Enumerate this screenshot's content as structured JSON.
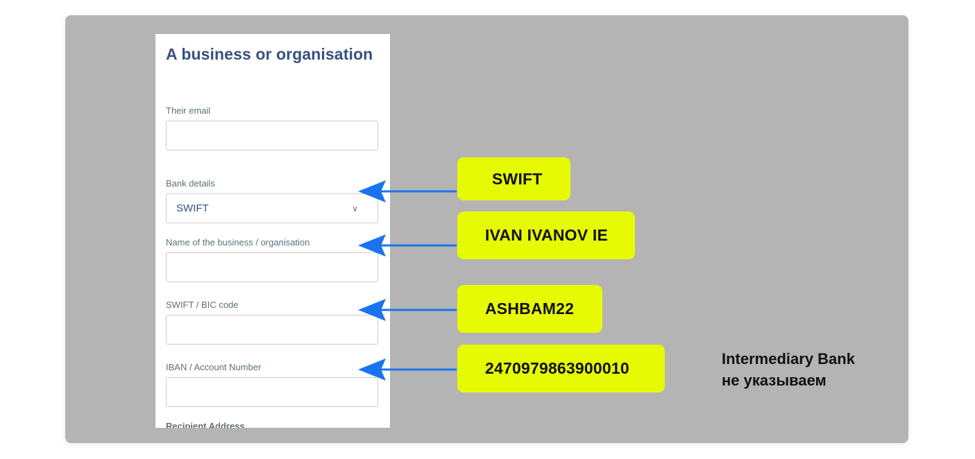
{
  "form": {
    "title": "A business or organisation",
    "email_label": "Their email",
    "email_value": "",
    "bank_details_label": "Bank details",
    "bank_details_value": "SWIFT",
    "business_name_label": "Name of the business / organisation",
    "business_name_value": "",
    "swift_label": "SWIFT / BIC code",
    "swift_value": "",
    "iban_label": "IBAN / Account Number",
    "iban_value": "",
    "address_section_label": "Recipient Address"
  },
  "callouts": {
    "bank_details": "SWIFT",
    "business_name": "IVAN IVANOV IE",
    "swift_code": "ASHBAM22",
    "iban": "2470979863900010"
  },
  "note": {
    "line1": "Intermediary Bank",
    "line2": "не указываем"
  },
  "icons": {
    "select": "chevron-down-icon",
    "pointer": "arrow-left-icon"
  },
  "colors": {
    "backdrop": "#b4b4b4",
    "callout": "#e6fa04",
    "arrow": "#1a73f0",
    "title": "#37517e"
  }
}
